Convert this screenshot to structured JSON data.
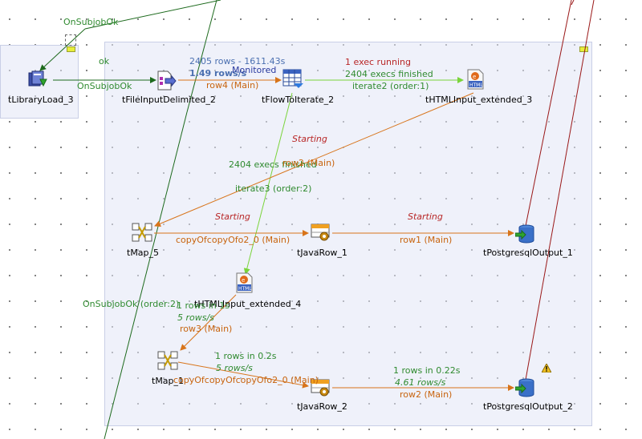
{
  "components": {
    "library_load": "tLibraryLoad_3",
    "file_input": "tFileInputDelimited_2",
    "flow_iterate": "tFlowToIterate_2",
    "html_input_3": "tHTMLInput_extended_3",
    "tmap5": "tMap_5",
    "javarow1": "tJavaRow_1",
    "pg_output1": "tPostgresqlOutput_1",
    "html_input_4": "tHTMLInput_extended_4",
    "tmap1": "tMap_1",
    "javarow2": "tJavaRow_2",
    "pg_output2": "tPostgresqlOutput_2"
  },
  "labels": {
    "onsubjobok_top": "OnSubjobOk",
    "ok": "ok",
    "onsubjobok_mid": "OnSubjobOk",
    "rows_count": "2405 rows - 1611.43s",
    "rows_rate": "1.49 rows/s",
    "monitored": "Monitored",
    "row4": "row4 (Main)",
    "exec_running": "1 exec running",
    "execs_finished_1": "2404 execs finished",
    "iterate2": "iterate2 (order:1)",
    "starting_1": "Starting",
    "execs_finished_2": "2404 execs finished",
    "row2_main_overlap": "row2 (Main)",
    "iterate3": "iterate3 (order:2)",
    "starting_2": "Starting",
    "starting_3": "Starting",
    "copy_of_copy": "copyOfcopyOfo2_0 (Main)",
    "row1": "row1 (Main)",
    "onsubjobok_order2": "OnSubjobOk (order:2)",
    "rows_in_1s": "1 rows in 1s",
    "rate_5a": "5 rows/s",
    "row3": "row3 (Main)",
    "rows_in_02": "1 rows in 0.2s",
    "rate_5b": "5 rows/s",
    "copy_copy_copy": "copyOfcopyOfcopyOfo2_0 (Main)",
    "rows_in_022": "1 rows in 0.22s",
    "rate_461": "4.61 rows/s",
    "row2_bottom": "row2 (Main)"
  },
  "colors": {
    "ok_link": "#2f8a2f",
    "main_link": "#d8741a",
    "iterate_link": "#7ad43a",
    "onsubjob_link": "#1d6a1d",
    "dark_red_line": "#9a1818",
    "subjob_bg": "#e2e6f5"
  }
}
